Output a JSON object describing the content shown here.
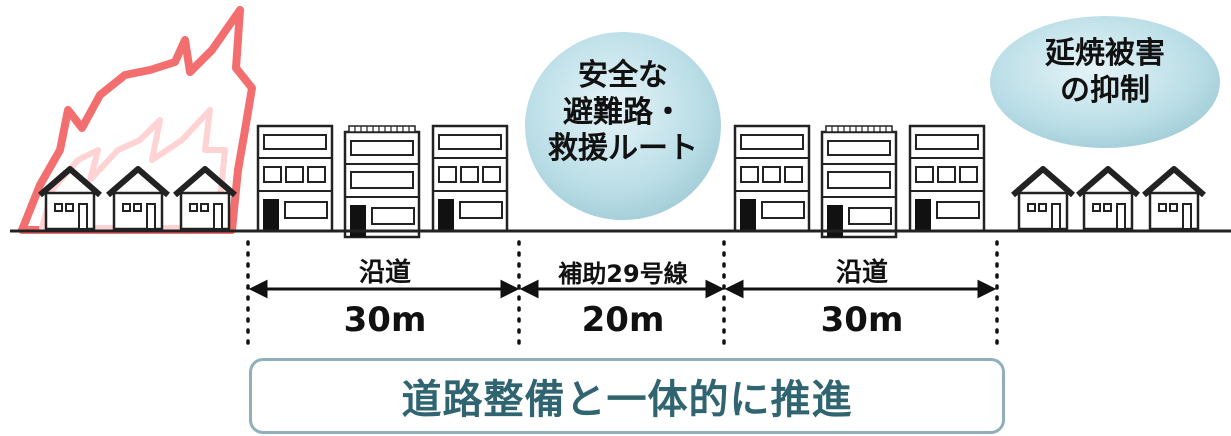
{
  "bubble_center": {
    "lines": [
      "安全な",
      "避難路・",
      "救援ルート"
    ]
  },
  "bubble_right": {
    "lines": [
      "延焼被害",
      "の抑制"
    ]
  },
  "segments": [
    {
      "label": "沿道",
      "width": "30m"
    },
    {
      "label": "補助29号線",
      "width": "20m"
    },
    {
      "label": "沿道",
      "width": "30m"
    }
  ],
  "banner": {
    "text": "道路整備と一体的に推進"
  },
  "colors": {
    "flame": "#f36f6f",
    "bubble": "#b9dde6",
    "banner_text": "#2f6470",
    "banner_border": "#8fb0ba"
  }
}
